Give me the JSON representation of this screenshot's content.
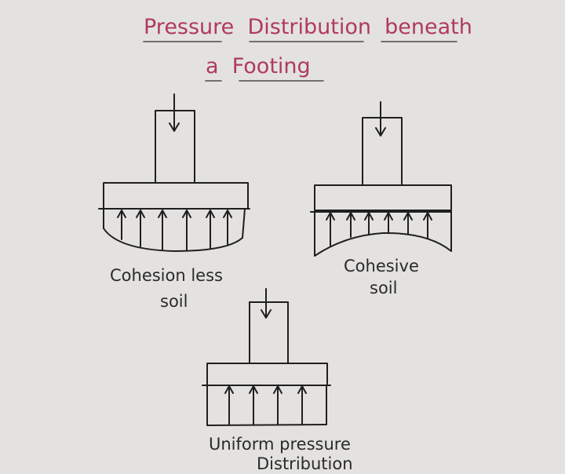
{
  "title": {
    "line1": "Pressure  Distribution  beneath",
    "line2": "a  Footing"
  },
  "diagrams": [
    {
      "id": "cohesionless",
      "label_line1": "Cohesion less",
      "label_line2": "soil",
      "pressure_shape": "convex-down",
      "arrow_count": 6
    },
    {
      "id": "cohesive",
      "label_line1": "Cohesive",
      "label_line2": "soil",
      "pressure_shape": "concave-up",
      "arrow_count": 6
    },
    {
      "id": "uniform",
      "label_line1": "Uniform pressure",
      "label_line2": "Distribution",
      "pressure_shape": "uniform",
      "arrow_count": 4
    }
  ],
  "colors": {
    "title": "#b03a5c",
    "ink": "#1f1f1f",
    "paper": "#e3e2e0"
  }
}
